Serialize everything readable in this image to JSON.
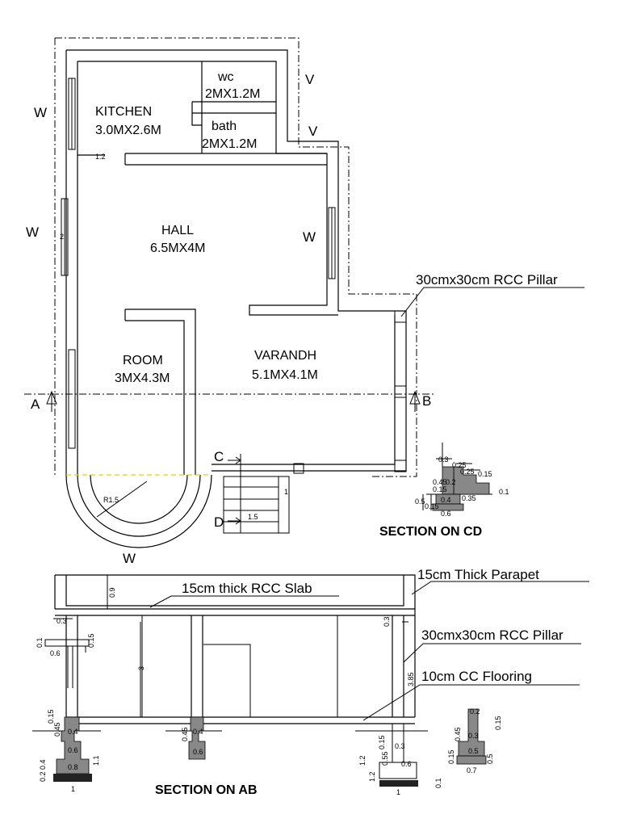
{
  "plan": {
    "rooms": {
      "kitchen_name": "KITCHEN",
      "kitchen_size": "3.0MX2.6M",
      "wc_name": "wc",
      "wc_size": "2MX1.2M",
      "bath_name": "bath",
      "bath_size": "2MX1.2M",
      "hall_name": "HALL",
      "hall_size": "6.5MX4M",
      "room_name": "ROOM",
      "room_size": "3MX4.3M",
      "varandh_name": "VARANDH",
      "varandh_size": "5.1MX4.1M"
    },
    "openings": {
      "w": "W",
      "v": "V"
    },
    "section_marks": {
      "a": "A",
      "b": "B",
      "c": "C",
      "d": "D"
    },
    "dims": {
      "d_1_2": "1.2",
      "d_2": "2",
      "d_r15": "R1.5",
      "d_1": "1",
      "d_1_5": "1.5"
    },
    "callouts": {
      "pillar": "30cmx30cm RCC Pillar"
    }
  },
  "section_cd": {
    "title": "SECTION ON CD",
    "dims": [
      "0.3",
      "0.25",
      "0.25",
      "0.15",
      "0.45",
      "0.15",
      "0.2",
      "0.1",
      "0.5",
      "0.15",
      "0.35",
      "0.4",
      "0.6"
    ]
  },
  "section_ab": {
    "title": "SECTION ON AB",
    "callouts": {
      "slab": "15cm thick RCC Slab",
      "parapet": "15cm Thick Parapet",
      "pillar": "30cmx30cm RCC Pillar",
      "flooring": "10cm CC Flooring"
    },
    "dims": {
      "d09": "0.9",
      "d03a": "0.3",
      "d03b": "0.3",
      "d01": "0.1",
      "d06a": "0.6",
      "d015": "0.15",
      "d3": "3",
      "d385": "3.85",
      "f1_015": "0.15",
      "f1_045": "0.45",
      "f1_04": "0.4",
      "f1_06": "0.6",
      "f1_08": "0.8",
      "f1_11": "1.1",
      "f1_04b": "0.4",
      "f1_02": "0.2",
      "f1_1": "1",
      "f2_045": "0.45",
      "f2_04": "0.4",
      "f2_06": "0.6",
      "f3_015": "0.15",
      "f3_03": "0.3",
      "f3_12": "1.2",
      "f3_055": "0.55",
      "f3_06": "0.6",
      "f3_12b": "1.2",
      "f3_1": "1",
      "f3_01": "0.1",
      "f4_02": "0.2",
      "f4_015": "0.15",
      "f4_045": "0.45",
      "f4_03": "0.3",
      "f4_015b": "0.15",
      "f4_05": "0.5",
      "f4_05b": "0.5",
      "f4_07": "0.7"
    }
  }
}
